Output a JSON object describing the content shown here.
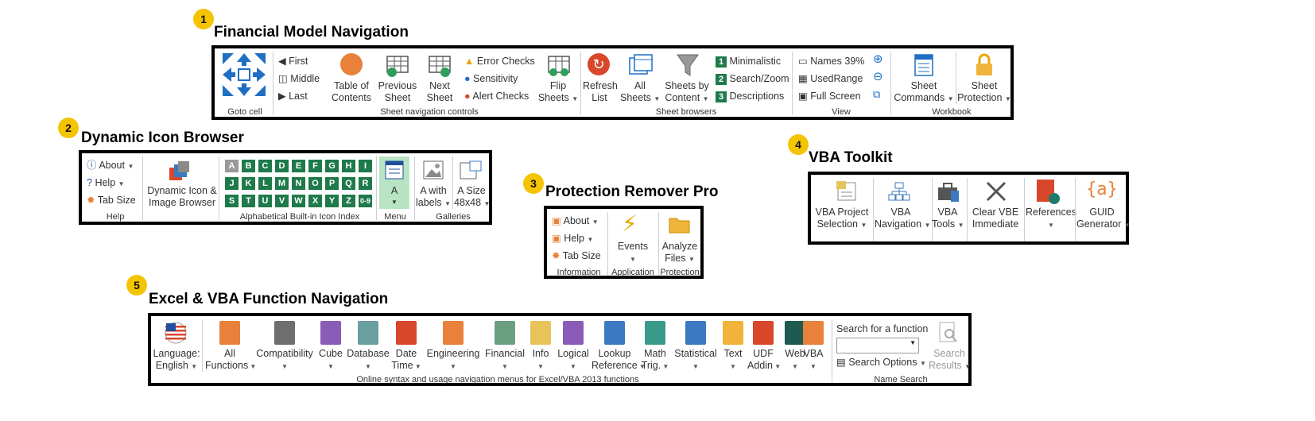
{
  "markers": [
    "1",
    "2",
    "3",
    "4",
    "5"
  ],
  "sections": {
    "fmn": {
      "title": "Financial Model Navigation",
      "first": "First",
      "middle": "Middle",
      "last": "Last",
      "toc_l1": "Table of",
      "toc_l2": "Contents",
      "prev_l1": "Previous",
      "prev_l2": "Sheet",
      "next_l1": "Next",
      "next_l2": "Sheet",
      "err": "Error Checks",
      "sens": "Sensitivity",
      "alert": "Alert Checks",
      "flip_l1": "Flip",
      "flip_l2": "Sheets",
      "refresh_l1": "Refresh",
      "refresh_l2": "List",
      "all_l1": "All",
      "all_l2": "Sheets",
      "sbc_l1": "Sheets by",
      "sbc_l2": "Content",
      "min_n": "1",
      "min": "Minimalistic",
      "sz_n": "2",
      "sz": "Search/Zoom",
      "desc_n": "3",
      "desc": "Descriptions",
      "names": "Names 39%",
      "used": "UsedRange",
      "full": "Full Screen",
      "cmd_l1": "Sheet",
      "cmd_l2": "Commands",
      "prot_l1": "Sheet",
      "prot_l2": "Protection",
      "g_goto": "Goto cell",
      "g_nav": "Sheet navigation controls",
      "g_brow": "Sheet browsers",
      "g_view": "View",
      "g_wb": "Workbook"
    },
    "dib": {
      "title": "Dynamic Icon Browser",
      "about": "About",
      "help": "Help",
      "tab": "Tab Size",
      "dib_l1": "Dynamic Icon &",
      "dib_l2": "Image Browser",
      "letters_r1": [
        "A",
        "B",
        "C",
        "D",
        "E",
        "F",
        "G",
        "H",
        "I"
      ],
      "letters_r2": [
        "J",
        "K",
        "L",
        "M",
        "N",
        "O",
        "P",
        "Q",
        "R"
      ],
      "letters_r3": [
        "S",
        "T",
        "U",
        "V",
        "W",
        "X",
        "Y",
        "Z",
        "0-9"
      ],
      "menu_a": "A",
      "awl_l1": "A with",
      "awl_l2": "labels",
      "asz_l1": "A Size",
      "asz_l2": "48x48",
      "g_help": "Help",
      "g_idx": "Alphabetical Built-in Icon Index",
      "g_menu": "Menu",
      "g_gal": "Galleries"
    },
    "prp": {
      "title": "Protection Remover Pro",
      "about": "About",
      "help": "Help",
      "tab": "Tab Size",
      "events": "Events",
      "an_l1": "Analyze",
      "an_l2": "Files",
      "g_info": "Information",
      "g_app": "Application",
      "g_prot": "Protection"
    },
    "vba": {
      "title": "VBA Toolkit",
      "proj_l1": "VBA Project",
      "proj_l2": "Selection",
      "nav_l1": "VBA",
      "nav_l2": "Navigation",
      "tools_l1": "VBA",
      "tools_l2": "Tools",
      "clr_l1": "Clear VBE",
      "clr_l2": "Immediate",
      "refs": "References",
      "guid_l1": "GUID",
      "guid_l2": "Generator",
      "guid_icon": "{a}"
    },
    "efn": {
      "title": "Excel & VBA Function Navigation",
      "lang_l1": "Language:",
      "lang_l2": "English",
      "items": [
        {
          "l1": "All",
          "l2": "Functions",
          "color": "#e8813a"
        },
        {
          "l1": "Compatibility",
          "l2": "",
          "color": "#6e6e6e"
        },
        {
          "l1": "Cube",
          "l2": "",
          "color": "#8a5cb8"
        },
        {
          "l1": "Database",
          "l2": "",
          "color": "#6a9fa0"
        },
        {
          "l1": "Date",
          "l2": "Time",
          "color": "#d9472b"
        },
        {
          "l1": "Engineering",
          "l2": "",
          "color": "#e8813a"
        },
        {
          "l1": "Financial",
          "l2": "",
          "color": "#6a9f80"
        },
        {
          "l1": "Info",
          "l2": "",
          "color": "#e8c35a"
        },
        {
          "l1": "Logical",
          "l2": "",
          "color": "#8a5cb8"
        },
        {
          "l1": "Lookup",
          "l2": "Reference",
          "color": "#3b79c0"
        },
        {
          "l1": "Math",
          "l2": "Trig.",
          "color": "#3a9a8a"
        },
        {
          "l1": "Statistical",
          "l2": "",
          "color": "#3b79c0"
        },
        {
          "l1": "Text",
          "l2": "",
          "color": "#f0b43a"
        },
        {
          "l1": "UDF",
          "l2": "Addin",
          "color": "#d9472b"
        },
        {
          "l1": "Web",
          "l2": "",
          "color": "#1e5a50"
        },
        {
          "l1": "VBA",
          "l2": "",
          "color": "#e8813a"
        }
      ],
      "search_label": "Search for a function",
      "search_opts": "Search Options",
      "res_l1": "Search",
      "res_l2": "Results",
      "g_online": "Online syntax and usage navigation menus for Excel/VBA 2013 functions",
      "g_ns": "Name Search"
    }
  },
  "colors": {
    "marker": "#f5c400",
    "green": "#1e7a4a",
    "orange": "#e8813a",
    "red": "#d9472b",
    "blue": "#3b79c0"
  }
}
